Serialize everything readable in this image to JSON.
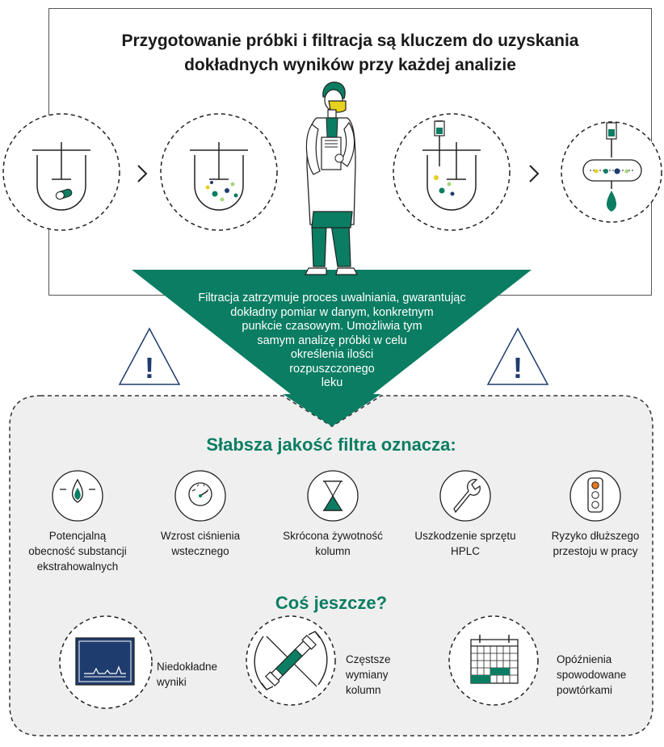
{
  "title": {
    "line1": "Przygotowanie próbki i filtracja są kluczem do uzyskania",
    "line2": "dokładnych wyników przy każdej analizie"
  },
  "triangle_text": [
    "Filtracja zatrzymuje proces uwalniania, gwarantując",
    "dokładny pomiar w danym, konkretnym",
    "punkcie czasowym. Umożliwia tym",
    "samym analizę próbki w celu",
    "określenia ilości",
    "rozpuszczonego",
    "leku"
  ],
  "risks_heading": "Słabsza jakość filtra oznacza:",
  "risks": [
    {
      "icon": "droplet-icon",
      "lines": [
        "Potencjalną",
        "obecność substancji",
        "ekstrahowalnych"
      ]
    },
    {
      "icon": "pressure-gauge-icon",
      "lines": [
        "Wzrost ciśnienia",
        "wstecznego"
      ]
    },
    {
      "icon": "hourglass-icon",
      "lines": [
        "Skrócona żywotność",
        "kolumn"
      ]
    },
    {
      "icon": "wrench-icon",
      "lines": [
        "Uszkodzenie sprzętu",
        "HPLC"
      ]
    },
    {
      "icon": "traffic-light-icon",
      "lines": [
        "Ryzyko dłuższego",
        "przestoju w pracy"
      ]
    }
  ],
  "more_heading": "Coś jeszcze?",
  "more": [
    {
      "icon": "chromatogram-icon",
      "lines": [
        "Niedokładne",
        "wyniki"
      ]
    },
    {
      "icon": "column-replace-icon",
      "lines": [
        "Częstsze",
        "wymiany",
        "kolumn"
      ]
    },
    {
      "icon": "calendar-icon",
      "lines": [
        "Opóźnienia",
        "spowodowane",
        "powtórkami"
      ]
    }
  ],
  "warning_symbol": "!",
  "colors": {
    "green": "#0a7d62",
    "dark_green": "#0b5a48",
    "panel_gray": "#efefef",
    "navy": "#1f3c6e",
    "yellow": "#e6d11e",
    "light_green": "#a8d67f"
  }
}
